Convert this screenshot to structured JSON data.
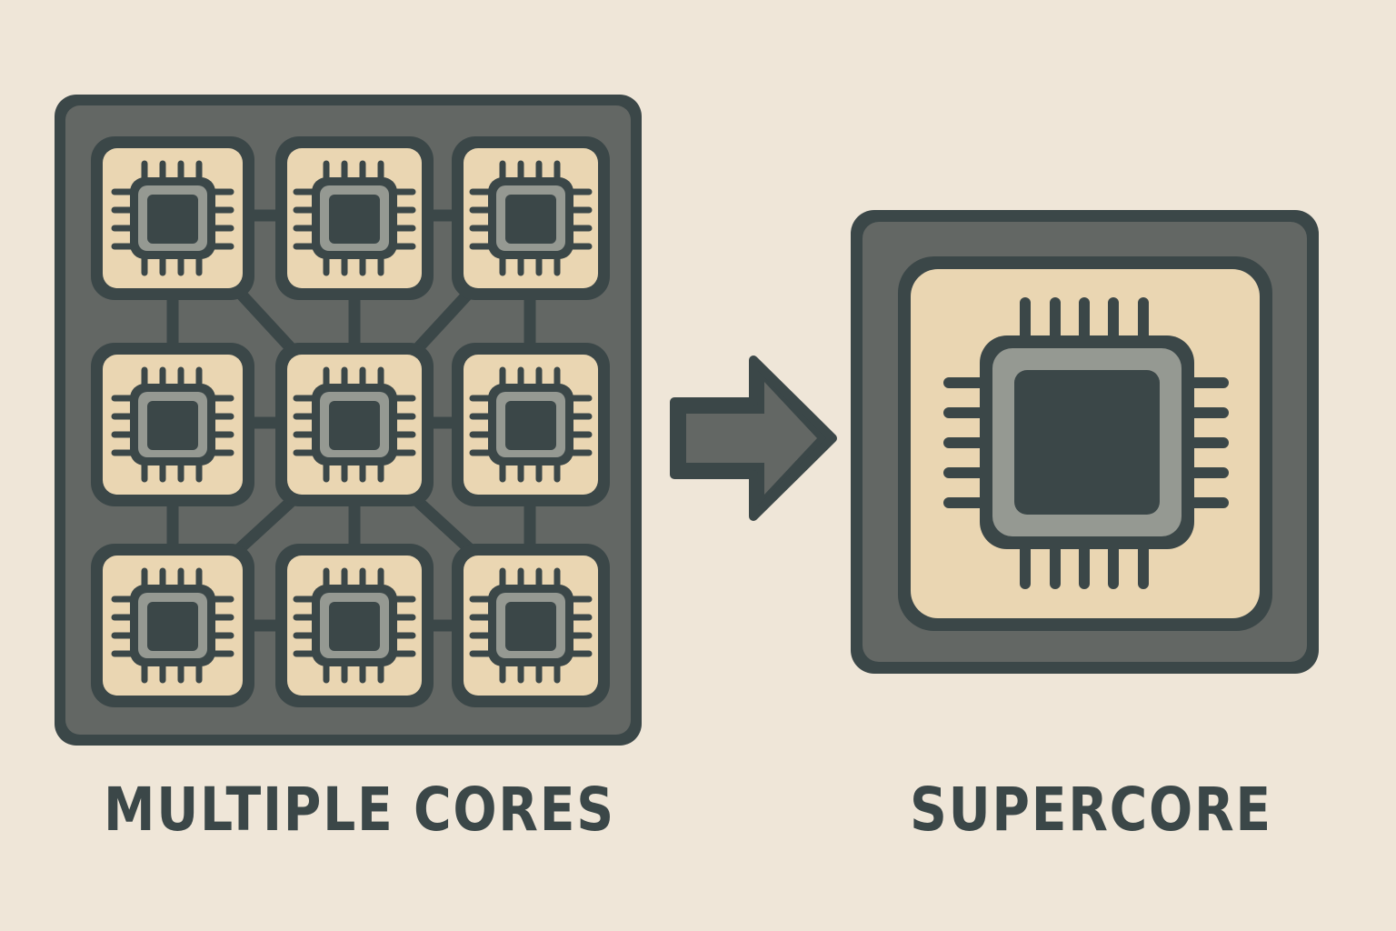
{
  "diagram": {
    "left_label": "MULTIPLE CORES",
    "right_label": "SUPERCORE",
    "left_panel": {
      "rows": 3,
      "cols": 3,
      "core_count": 9,
      "icon": "cpu-chip-icon"
    },
    "arrow": {
      "icon": "arrow-right-icon",
      "direction": "right"
    },
    "right_panel": {
      "core_count": 1,
      "icon": "cpu-chip-icon"
    }
  },
  "colors": {
    "background": "#efe6d8",
    "outline": "#3b4748",
    "panel_fill": "#636764",
    "core_fill": "#ead6b2",
    "die_ring": "#959992",
    "die_center": "#3b4748"
  }
}
